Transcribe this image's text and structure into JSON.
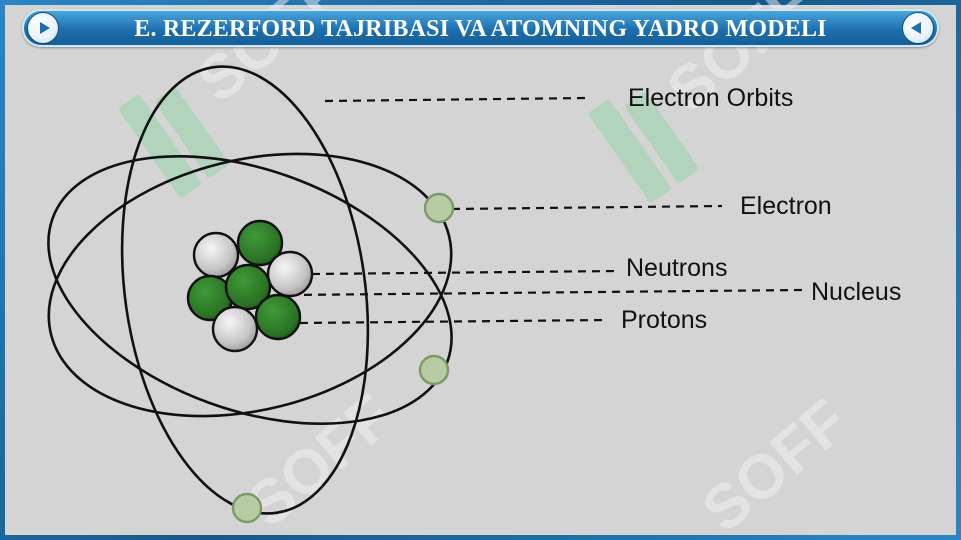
{
  "title": "E. REZERFORD TAJRIBASI VA ATOMNING YADRO MODELI",
  "nav": {
    "prev_icon": "play-left-icon",
    "next_icon": "play-right-icon"
  },
  "labels": {
    "orbits": "Electron Orbits",
    "electron": "Electron",
    "neutrons": "Neutrons",
    "nucleus": "Nucleus",
    "protons": "Protons"
  },
  "watermark": "SOFF",
  "colors": {
    "title_bar": "#1c6fae",
    "proton": "#2f7d2a",
    "neutron": "#c9c9c9",
    "electron": "#b5caa0",
    "watermark": "#3bd46a"
  }
}
